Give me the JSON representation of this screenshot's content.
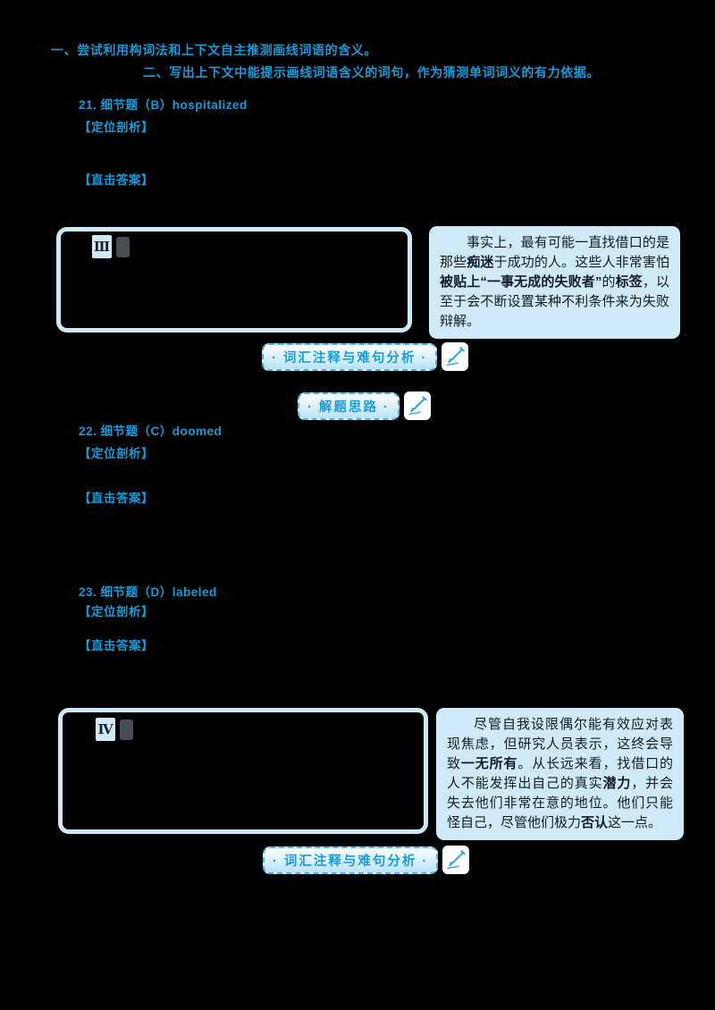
{
  "colors": {
    "page_background": "#000000",
    "accent_blue": "#1899d8",
    "light_blue_box": "#cfe9f7",
    "badge_border": "#49b2e5",
    "translation_text": "#121c2b"
  },
  "instructions": {
    "line1": "一、尝试利用构词法和上下文自主推测画线词语的含义。",
    "line2": "二、写出上下文中能提示画线词语含义的词句，作为猜测单词词义的有力依据。"
  },
  "questions": {
    "q21": {
      "heading": "21. 细节题（B）hospitalized",
      "locate_label": "【定位剖析】",
      "answer_label": "【直击答案】"
    },
    "q22": {
      "heading": "22. 细节题（C）doomed",
      "locate_label": "【定位剖析】",
      "answer_label": "【直击答案】"
    },
    "q23": {
      "heading": "23. 细节题（D）labeled",
      "locate_label": "【定位剖析】",
      "answer_label": "【直击答案】"
    }
  },
  "passages": {
    "box3": {
      "numeral": "Ⅲ"
    },
    "box4": {
      "numeral": "Ⅳ"
    }
  },
  "translations": {
    "t1": {
      "segments": [
        {
          "text": "事实上，最有可能一直找借口的是那些",
          "bold": false
        },
        {
          "text": "痴迷",
          "bold": true
        },
        {
          "text": "于成功的人。这些人非常害怕",
          "bold": false
        },
        {
          "text": "被贴上",
          "bold": true
        },
        {
          "text": "“一事无成的失败者”",
          "bold": true
        },
        {
          "text": "的",
          "bold": false
        },
        {
          "text": "标签",
          "bold": true
        },
        {
          "text": "，以至于会不断设置某种不利条件来为失败辩解。",
          "bold": false
        }
      ]
    },
    "t2": {
      "segments": [
        {
          "text": "尽管自我设限偶尔能有效应对表现焦虑，但研究人员表示，这终会导致",
          "bold": false
        },
        {
          "text": "一无所有",
          "bold": true
        },
        {
          "text": "。从长远来看，找借口的人不能发挥出自己的真实",
          "bold": false
        },
        {
          "text": "潜力",
          "bold": true
        },
        {
          "text": "，并会失去他们非常在意的地位。他们只能怪自己，尽管他们极力",
          "bold": false
        },
        {
          "text": "否认",
          "bold": true
        },
        {
          "text": "这一点。",
          "bold": false
        }
      ]
    }
  },
  "badges": {
    "vocab_analysis": "· 词汇注释与难句分析 ·",
    "solving_approach": "· 解题思路 ·"
  }
}
